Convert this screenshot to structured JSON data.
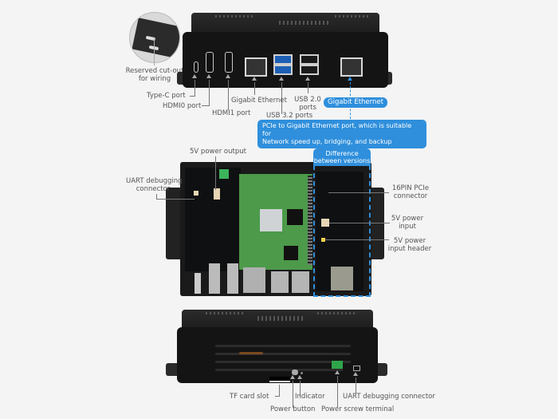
{
  "top_view": {
    "inset_label": "Reserved cut-out\nfor wiring",
    "inset_label_lines": [
      "Reserved cut-out",
      "for wiring"
    ],
    "ports": {
      "type_c": "Type-C port",
      "hdmi0": "HDMI0 port",
      "hdmi1": "HDMI1 port",
      "gigabit_ethernet": "Gigabit Ethernet",
      "usb32": "USB 3.2 ports",
      "usb20_lines": [
        "USB 2.0",
        "ports"
      ]
    },
    "highlight_label": "Gigabit Ethernet",
    "description_lines": [
      "PCIe to Gigabit Ethernet port, which is suitable for",
      "Network speed up, bridging, and backup"
    ]
  },
  "middle_view": {
    "power_output": "5V power output",
    "uart_lines": [
      "UART debugging",
      "connector"
    ],
    "diff_badge_lines": [
      "Difference",
      "between versions"
    ],
    "pcie_lines": [
      "16PIN PCIe",
      "connector"
    ],
    "power_input_lines": [
      "5V power",
      "input"
    ],
    "power_header_lines": [
      "5V power",
      "input header"
    ]
  },
  "bottom_view": {
    "tf_card": "TF card slot",
    "power_button": "Power button",
    "indicator": "Indicator",
    "power_terminal": "Power screw terminal",
    "uart": "UART debugging connector"
  },
  "colors": {
    "accent_blue": "#2f8fdc",
    "background": "#f4f4f4",
    "case": "#141414",
    "terminal_green": "#2fa54a"
  }
}
